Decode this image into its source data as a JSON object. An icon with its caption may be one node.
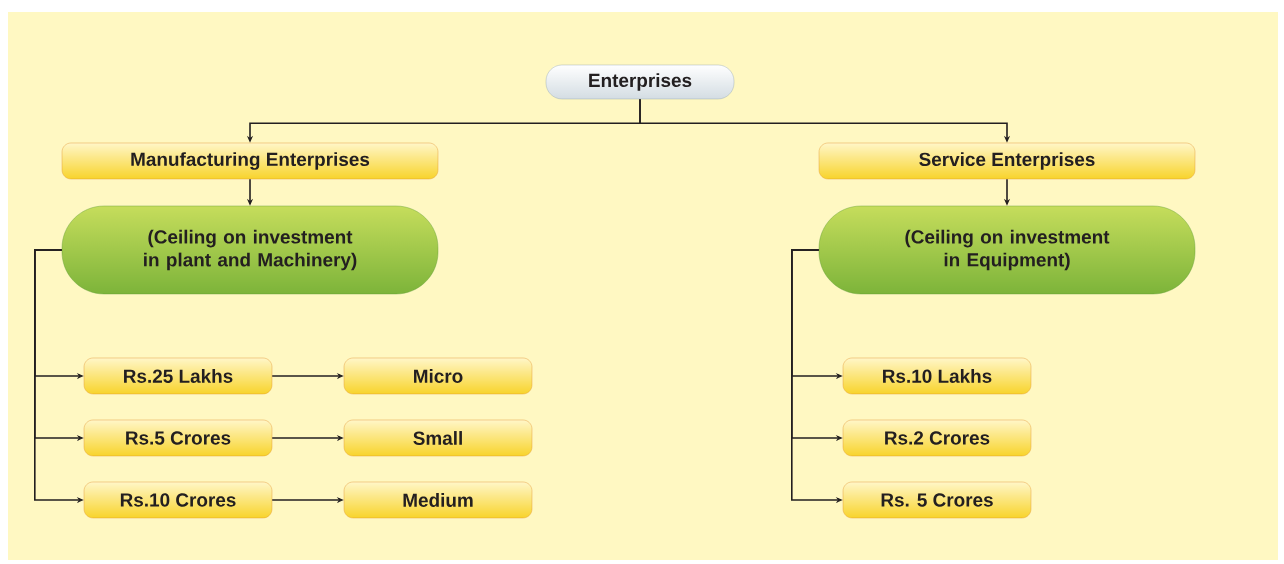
{
  "diagram": {
    "nodes": [
      {
        "text": [
          "Enterprises"
        ]
      },
      {
        "text": [
          "Manufacturing Enterprises"
        ]
      },
      {
        "text": [
          "Service Enterprises"
        ]
      },
      {
        "text": [
          "(Ceiling on investment in plant and Machinery)"
        ]
      },
      {
        "text": [
          "(Ceiling on investment in Equipment)"
        ]
      },
      {
        "text": [
          "Rs.25 Lakhs"
        ]
      },
      {
        "text": [
          "Micro"
        ]
      },
      {
        "text": [
          "Rs.5 Crores"
        ]
      },
      {
        "text": [
          "Small"
        ]
      },
      {
        "text": [
          "Rs.10 Crores"
        ]
      },
      {
        "text": [
          "Medium"
        ]
      },
      {
        "text": [
          "Rs.10 Lakhs"
        ]
      },
      {
        "text": [
          "Rs.2 Crores"
        ]
      },
      {
        "text": [
          "Rs. 5 Crores"
        ]
      }
    ],
    "edges": [
      {
        "from": 0,
        "to": 1,
        "arrow": "to"
      },
      {
        "from": 0,
        "to": 2,
        "arrow": "to"
      },
      {
        "from": 1,
        "to": 3,
        "arrow": "to"
      },
      {
        "from": 2,
        "to": 4,
        "arrow": "to"
      },
      {
        "from": 3,
        "to": 5,
        "arrow": "to"
      },
      {
        "from": 3,
        "to": 7,
        "arrow": "to"
      },
      {
        "from": 3,
        "to": 9,
        "arrow": "to"
      },
      {
        "from": 5,
        "to": 6,
        "arrow": "to"
      },
      {
        "from": 7,
        "to": 8,
        "arrow": "to"
      },
      {
        "from": 9,
        "to": 10,
        "arrow": "to"
      },
      {
        "from": 4,
        "to": 11,
        "arrow": "to"
      },
      {
        "from": 4,
        "to": 12,
        "arrow": "to"
      },
      {
        "from": 4,
        "to": 13,
        "arrow": "to"
      }
    ]
  }
}
